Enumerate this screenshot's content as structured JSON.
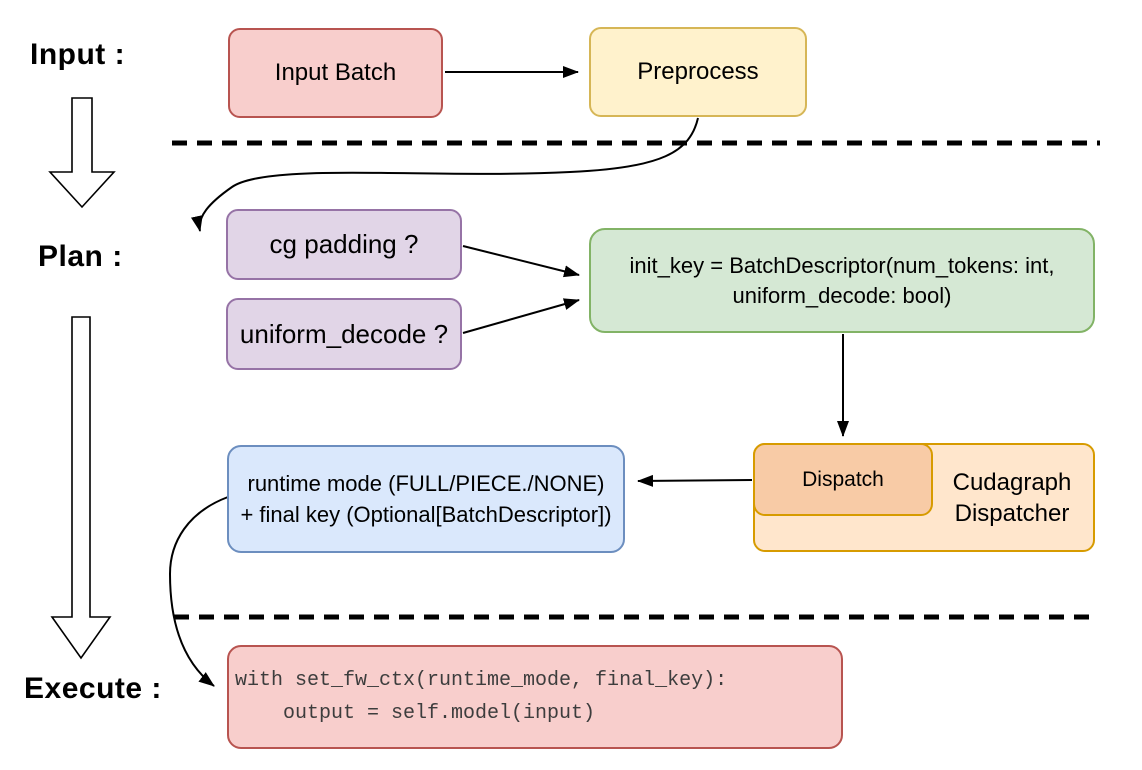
{
  "labels": {
    "input": "Input :",
    "plan": "Plan :",
    "execute": "Execute :"
  },
  "nodes": {
    "input_batch": "Input Batch",
    "preprocess": "Preprocess",
    "cg_padding": "cg padding ?",
    "uniform_decode": "uniform_decode ?",
    "init_key_line1": "init_key = BatchDescriptor(num_tokens: int,",
    "init_key_line2": "uniform_decode: bool)",
    "dispatch": "Dispatch",
    "dispatcher_line1": "Cudagraph",
    "dispatcher_line2": "Dispatcher",
    "runtime_line1": "runtime mode (FULL/PIECE./NONE)",
    "runtime_line2": "+ final key (Optional[BatchDescriptor])",
    "code_line1": "with set_fw_ctx(runtime_mode, final_key):",
    "code_line2": "    output = self.model(input)"
  },
  "colors": {
    "red_fill": "#f8cecc",
    "red_stroke": "#b85450",
    "yellow_fill": "#fff2cc",
    "yellow_stroke": "#d6b656",
    "purple_fill": "#e1d5e7",
    "purple_stroke": "#9673a6",
    "green_fill": "#d5e8d4",
    "green_stroke": "#82b366",
    "orange_fill": "#ffe6cc",
    "orange_inner_fill": "#f8cba6",
    "orange_stroke": "#d79b00",
    "blue_fill": "#dae8fc",
    "blue_stroke": "#6c8ebf",
    "line_color": "#000000"
  }
}
